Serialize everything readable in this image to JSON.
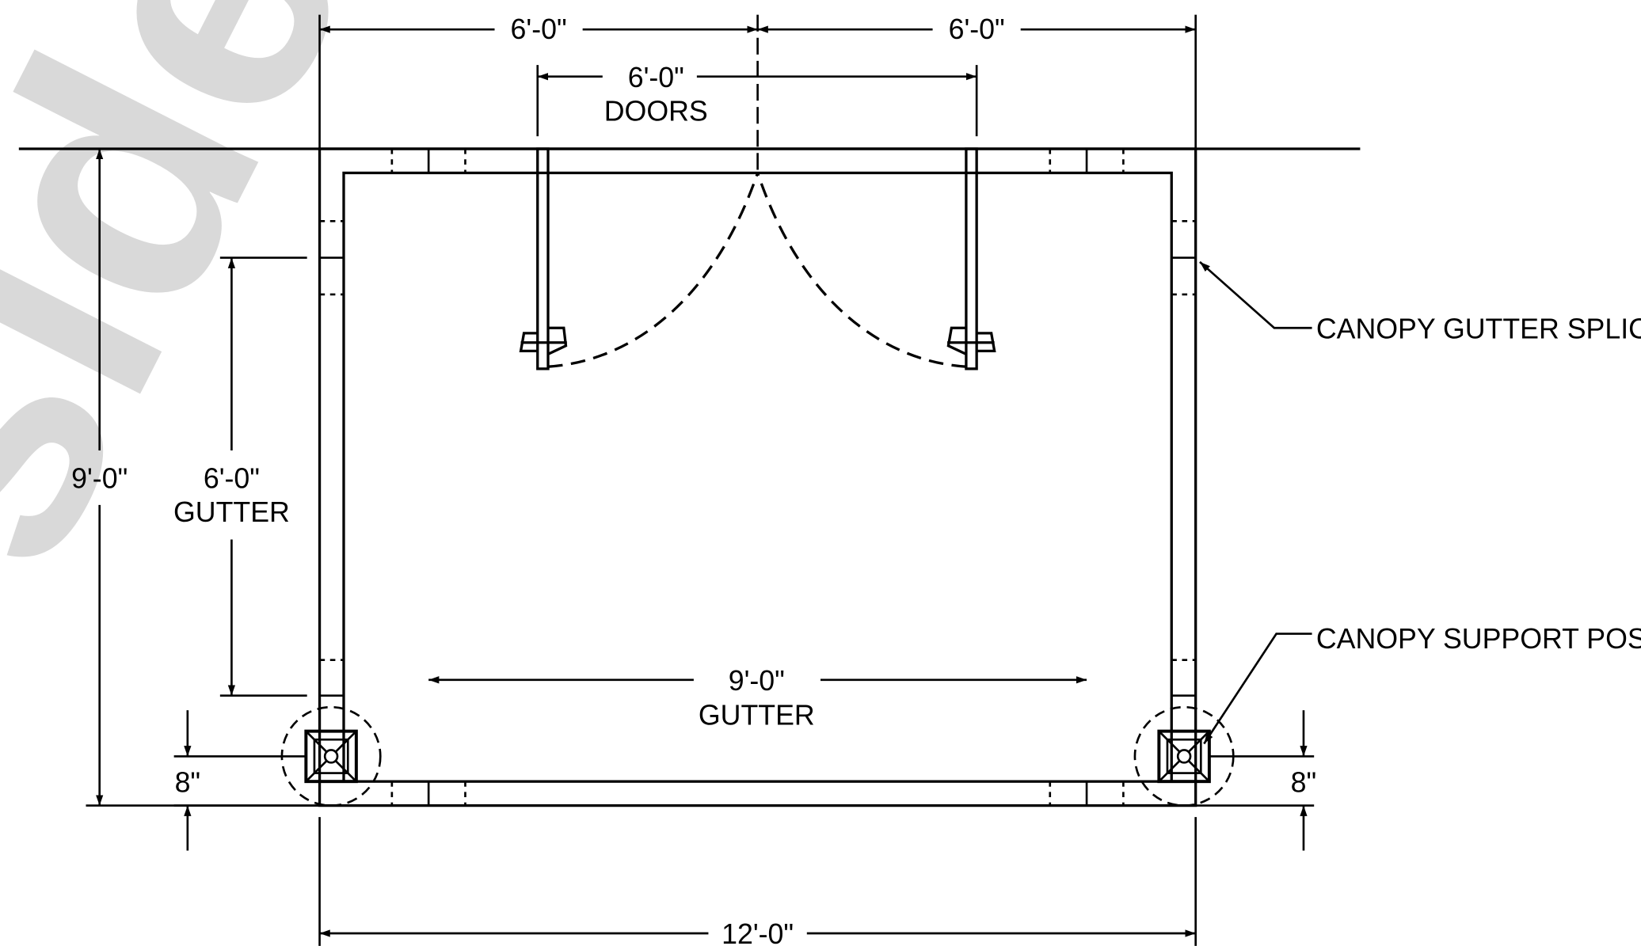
{
  "watermark": "side li",
  "dimensions": {
    "top_left_width": "6'-0\"",
    "top_right_width": "6'-0\"",
    "doors_width": "6'-0\"",
    "doors_label": "DOORS",
    "overall_depth": "9'-0\"",
    "side_gutter_length": "6'-0\"",
    "side_gutter_label": "GUTTER",
    "front_gutter_length": "9'-0\"",
    "front_gutter_label": "GUTTER",
    "left_post_size": "8\"",
    "right_post_size": "8\"",
    "overall_width": "12'-0\""
  },
  "callouts": {
    "gutter_splice": "CANOPY GUTTER SPLICE",
    "support_post": "CANOPY SUPPORT POST"
  },
  "colors": {
    "line": "#000000",
    "watermark": "#d9d9d9",
    "background": "#ffffff"
  }
}
